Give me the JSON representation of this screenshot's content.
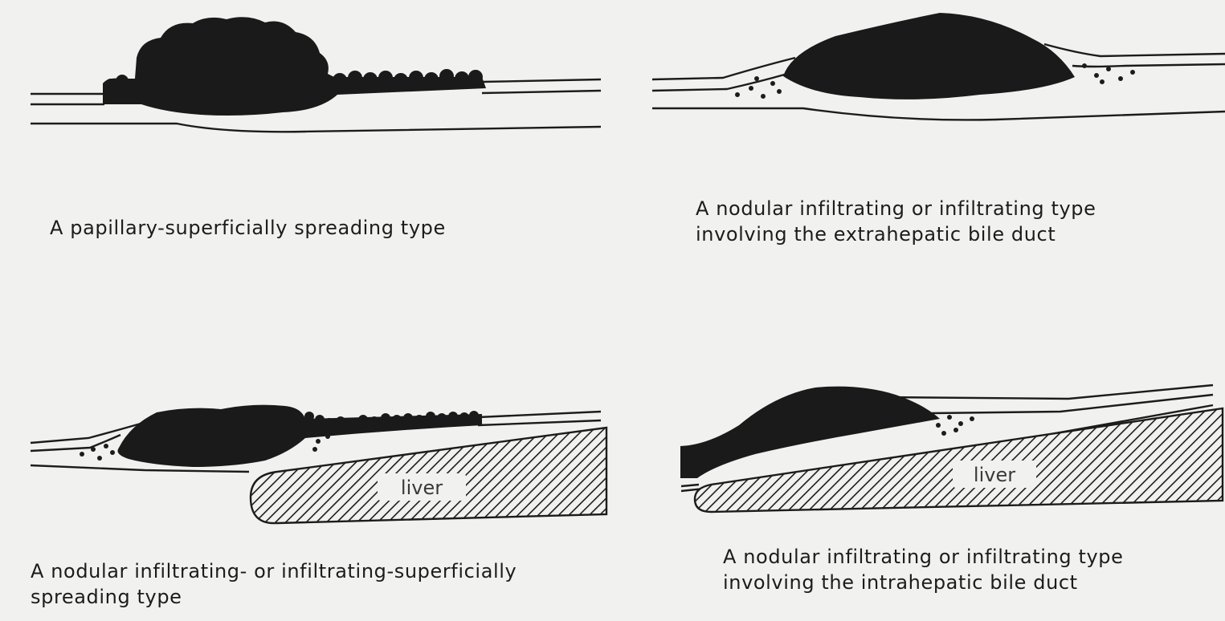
{
  "panels": [
    {
      "id": "papillary",
      "caption_lines": [
        "A papillary-superficially spreading type"
      ]
    },
    {
      "id": "nodular-extrahepatic",
      "caption_lines": [
        "A nodular infiltrating or infiltrating type",
        "involving the extrahepatic bile duct"
      ]
    },
    {
      "id": "nodular-superficial",
      "caption_lines": [
        "A nodular infiltrating- or infiltrating-superficially",
        "spreading type"
      ],
      "organ_label": "liver"
    },
    {
      "id": "nodular-intrahepatic",
      "caption_lines": [
        "A nodular infiltrating or infiltrating type",
        "involving the intrahepatic bile duct"
      ],
      "organ_label": "liver"
    }
  ],
  "colors": {
    "background": "#f1f1ef",
    "ink": "#1c1c1c",
    "tumor": "#1a1a1a"
  }
}
